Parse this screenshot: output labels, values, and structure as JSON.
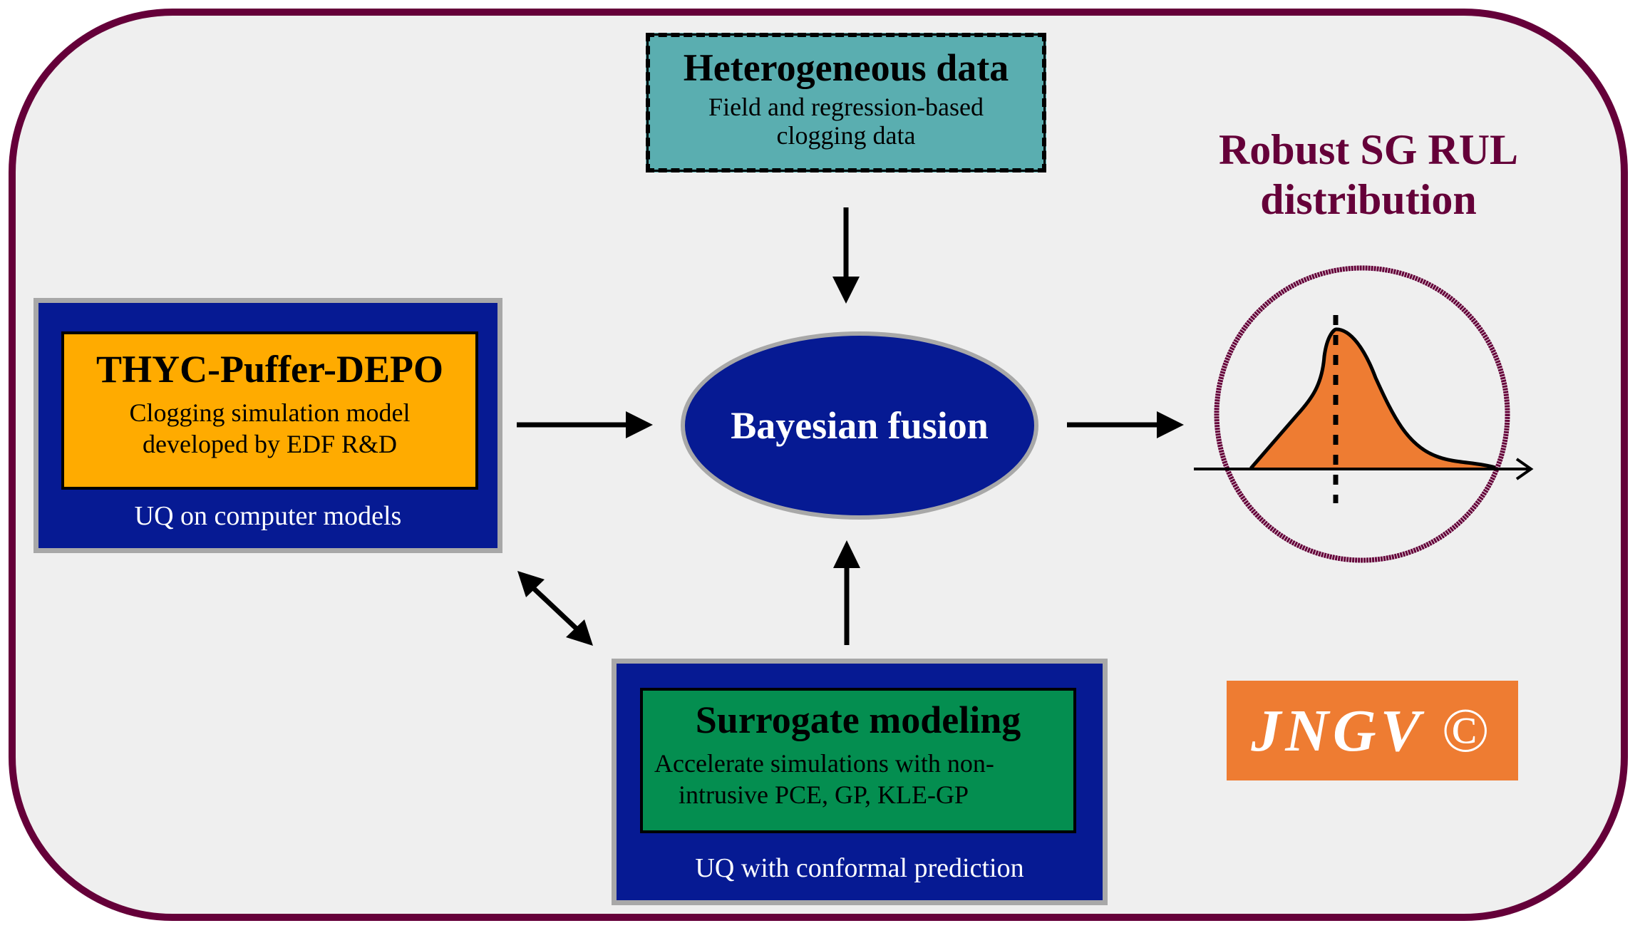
{
  "colors": {
    "frame": "#650039",
    "background": "#efefef",
    "teal": "#5aaeb0",
    "navy": "#061a93",
    "amber": "#ffab00",
    "green": "#048e50",
    "orange": "#ee7c32"
  },
  "heterogeneous": {
    "title": "Heterogeneous data",
    "line1": "Field and regression-based",
    "line2": "clogging data"
  },
  "simulation": {
    "title": "THYC-Puffer-DEPO",
    "line1": "Clogging simulation model",
    "line2": "developed by EDF R&D",
    "caption": "UQ on computer models"
  },
  "surrogate": {
    "title": "Surrogate modeling",
    "line1": "Accelerate simulations with non-",
    "line2": "intrusive PCE, GP, KLE-GP",
    "caption": "UQ with conformal prediction"
  },
  "fusion": {
    "label": "Bayesian fusion"
  },
  "output": {
    "title_line1": "Robust SG RUL",
    "title_line2": "distribution"
  },
  "logo": {
    "text": "JNGV",
    "symbol": "©"
  },
  "icons": {
    "arrow": "arrow-icon",
    "double_arrow": "double-arrow-icon",
    "distribution": "distribution-curve-icon"
  }
}
